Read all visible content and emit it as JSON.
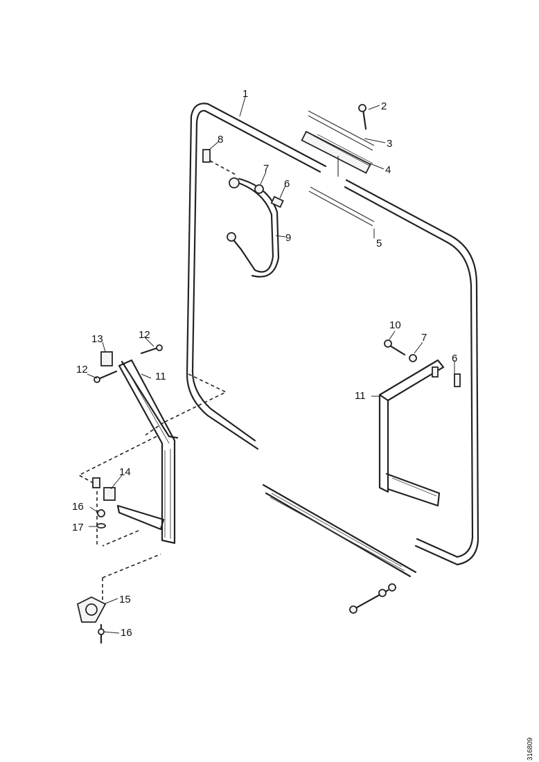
{
  "callouts": {
    "c1": "1",
    "c2": "2",
    "c3": "3",
    "c4": "4",
    "c5": "5",
    "c6a": "6",
    "c6b": "6",
    "c7a": "7",
    "c7b": "7",
    "c8": "8",
    "c9": "9",
    "c10": "10",
    "c11a": "11",
    "c11b": "11",
    "c12a": "12",
    "c12b": "12",
    "c13": "13",
    "c14": "14",
    "c15": "15",
    "c16a": "16",
    "c16b": "16",
    "c17": "17"
  },
  "drawing_code": "316809"
}
